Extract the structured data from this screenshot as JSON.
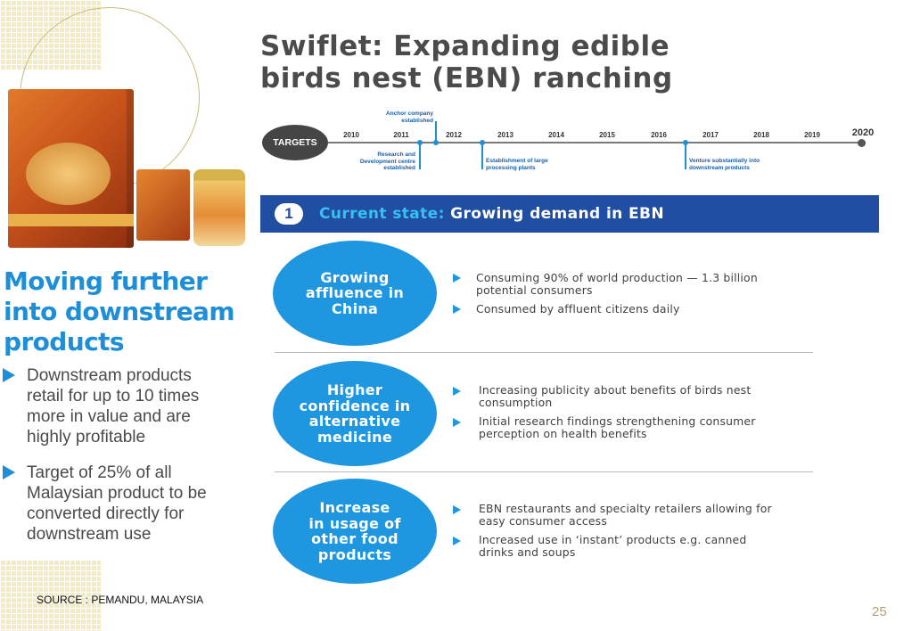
{
  "title": {
    "line1": "Swiflet: Expanding edible",
    "line2": "birds nest (EBN) ranching"
  },
  "timeline": {
    "label": "TARGETS",
    "years": [
      "2010",
      "2011",
      "2012",
      "2013",
      "2014",
      "2015",
      "2016",
      "2017",
      "2018",
      "2019",
      "2020"
    ],
    "milestones": [
      {
        "line1": "Anchor company",
        "line2": "established"
      },
      {
        "line1": "Research and",
        "line2": "Development centre",
        "line3": "established"
      },
      {
        "line1": "Establishment of large",
        "line2": "processing plants"
      },
      {
        "line1": "Venture substantially into",
        "line2": "downstream products"
      }
    ]
  },
  "banner": {
    "number": "1",
    "prefix": "Current state:",
    "text": "Growing demand in EBN"
  },
  "sections": [
    {
      "circle": {
        "line1": "Growing",
        "line2": "affluence in",
        "line3": "China"
      },
      "bullets": [
        {
          "line1": "Consuming 90% of world production — 1.3 billion",
          "line2": "potential consumers"
        },
        {
          "line1": "Consumed by affluent citizens daily"
        }
      ]
    },
    {
      "circle": {
        "line1": "Higher",
        "line2": "confidence in",
        "line3": "alternative",
        "line4": "medicine"
      },
      "bullets": [
        {
          "line1": "Increasing publicity about benefits of birds nest",
          "line2": "consumption"
        },
        {
          "line1": "Initial research findings strengthening consumer",
          "line2": "perception on health benefits"
        }
      ]
    },
    {
      "circle": {
        "line1": "Increase",
        "line2": "in usage of",
        "line3": "other food",
        "line4": "products"
      },
      "bullets": [
        {
          "line1": "EBN restaurants and specialty retailers allowing for",
          "line2": "easy consumer access"
        },
        {
          "line1": "Increased use in ‘instant’ products e.g. canned",
          "line2": "drinks and soups"
        }
      ]
    }
  ],
  "left": {
    "heading": {
      "line1": "Moving further",
      "line2": "into downstream",
      "line3": "products"
    },
    "bullets": [
      {
        "line1": "Downstream products",
        "line2": "retail for up to 10 times",
        "line3": "more in value and are",
        "line4": "highly profitable"
      },
      {
        "line1": "Target of 25% of all",
        "line2": "Malaysian product to be",
        "line3": "converted directly for",
        "line4": "downstream use"
      }
    ]
  },
  "source": "SOURCE : PEMANDU, MALAYSIA",
  "page_number": "25",
  "colors": {
    "accent_blue": "#1e96e0",
    "banner_blue": "#1f4ea3",
    "title_gray": "#4b4b4b"
  }
}
